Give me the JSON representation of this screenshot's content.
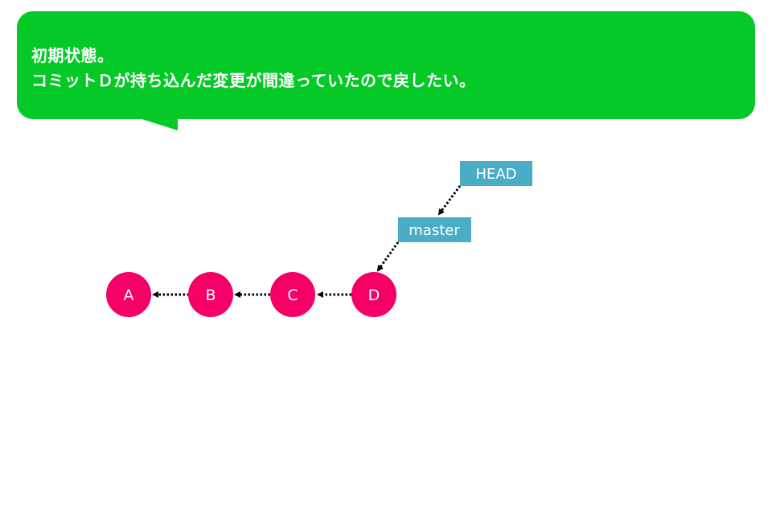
{
  "callout": {
    "line1": "初期状態。",
    "line2": "コミットＤが持ち込んだ変更が間違っていたので戻したい。"
  },
  "refs": {
    "head": "HEAD",
    "master": "master"
  },
  "commits": [
    "A",
    "B",
    "C",
    "D"
  ],
  "colors": {
    "callout_bg": "#05c927",
    "ref_bg": "#4bacc6",
    "commit_fill": "#f50066",
    "arrow": "#000000",
    "text": "#ffffff"
  }
}
